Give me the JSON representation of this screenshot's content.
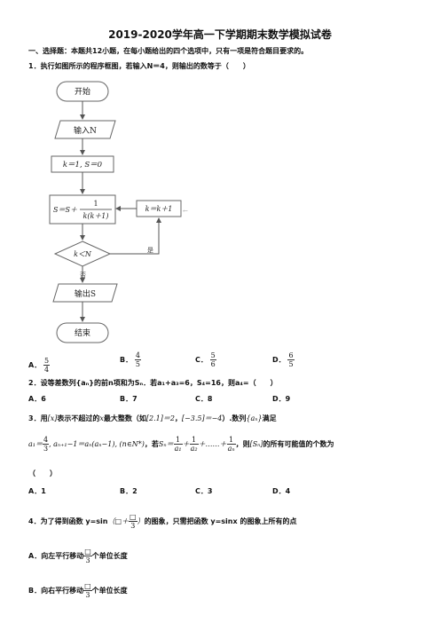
{
  "header": {
    "title": "2019-2020学年高一下学期期末数学模拟试卷"
  },
  "section1": {
    "heading": "一、选择题：本题共12小题，在每小题给出的四个选项中，只有一项是符合题目要求的。"
  },
  "q1": {
    "stem": "1．执行如图所示的程序框图，若输入N＝4，则输出的数等于（　　）",
    "flow": {
      "start": "开始",
      "input": "输入N",
      "init": "k＝1, S＝0",
      "sum_left": "S＝S＋",
      "sum_num": "1",
      "sum_den": "k(k＋1)",
      "incr": "k＝k＋1",
      "cond": "k＜N",
      "yes": "是",
      "no": "否",
      "output": "输出S",
      "end": "结束"
    },
    "options": [
      {
        "letter": "A．",
        "num": "5",
        "den": "4"
      },
      {
        "letter": "B．",
        "num": "4",
        "den": "5"
      },
      {
        "letter": "C．",
        "num": "5",
        "den": "6"
      },
      {
        "letter": "D．",
        "num": "6",
        "den": "5"
      }
    ]
  },
  "q2": {
    "stem": "2．设等差数列{aₙ}的前n项和为Sₙ．若a₁+a₃=6，S₄=16，则a₄=（　　）",
    "options": [
      "A．6",
      "B．7",
      "C．8",
      "D．9"
    ]
  },
  "q3": {
    "stem_a": "3．用",
    "bracket_x": "[x]",
    "stem_b": "表示不超过的",
    "x": "x",
    "stem_c": "最大整数（如",
    "ex1": "[2.1]＝2",
    "ex2": "[−3.5]＝−4",
    "stem_d": "）.数列",
    "seq": "{aₙ}",
    "stem_e": "满足",
    "a1_lhs": "a₁＝",
    "a1_num": "4",
    "a1_den": "3",
    "recur": ", aₙ₊₁−1＝aₙ(aₙ−1), (n∈N*)",
    "if_s": "，若",
    "sn_lhs": "Sₙ＝",
    "plus": "＋",
    "dots": "＋……＋",
    "one": "1",
    "d1": "a₁",
    "d2": "a₂",
    "dn": "aₙ",
    "then": "，则",
    "bracket_sn": "[Sₙ]",
    "tail": "的所有可能值的个数为",
    "paren": "（　　）",
    "options": [
      "A．1",
      "B．2",
      "C．3",
      "D．4"
    ]
  },
  "q4": {
    "stem_a": "4．为了得到函数 y=sin",
    "arg": "（□＋",
    "arg_num": "□",
    "arg_den": "3",
    "arg_close": "）",
    "stem_b": "的图象，只需把函数 y=sinx 的图象上所有的点",
    "optA_a": "A．向左平行移动",
    "optA_num": "□",
    "optA_den": "3",
    "optA_b": "个单位长度",
    "optB_a": "B．向右平行移动",
    "optB_num": "□",
    "optB_den": "3",
    "optB_b": "个单位长度"
  }
}
